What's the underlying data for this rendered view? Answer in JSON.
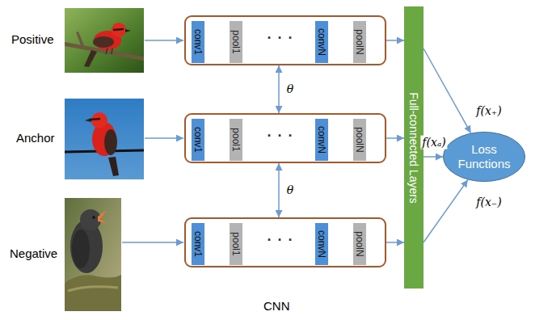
{
  "diagram": {
    "nodes": [
      {
        "text": [
          "· · ·"
        ]
      },
      {
        "text": [
          "conv1"
        ],
        "in": 0
      },
      {
        "text": [
          "pool1"
        ],
        "in": 0
      },
      {
        "text": [
          "convN"
        ],
        "in": 0
      },
      {
        "text": [
          "poolN"
        ],
        "in": 0
      },
      {
        "text": [
          "· · ·"
        ]
      },
      {
        "text": [
          "conv1"
        ],
        "in": 5
      },
      {
        "text": [
          "pool1"
        ],
        "in": 5
      },
      {
        "text": [
          "convN"
        ],
        "in": 5
      },
      {
        "text": [
          "poolN"
        ],
        "in": 5
      },
      {
        "text": [
          "· · ·"
        ]
      },
      {
        "text": [
          "conv1"
        ],
        "in": 10
      },
      {
        "text": [
          "pool1"
        ],
        "in": 10
      },
      {
        "text": [
          "convN"
        ],
        "in": 10
      },
      {
        "text": [
          "poolN"
        ],
        "in": 10
      },
      {
        "text": [
          "Full-connected Layers"
        ]
      },
      {
        "text": [
          "Loss Functions"
        ]
      }
    ],
    "edges": [
      {
        "from": 0,
        "to": 15,
        "arrow": "to"
      },
      {
        "from": 5,
        "to": 15,
        "arrow": "to"
      },
      {
        "from": 10,
        "to": 15,
        "arrow": "to"
      },
      {
        "from": 0,
        "to": 5,
        "label": "θ",
        "arrow": "both"
      },
      {
        "from": 5,
        "to": 10,
        "label": "θ",
        "arrow": "both"
      },
      {
        "from": 15,
        "to": 16,
        "label": "f(x₊)",
        "arrow": "to"
      },
      {
        "from": 15,
        "to": 16,
        "label": "f(xₐ)",
        "arrow": "to"
      },
      {
        "from": 15,
        "to": 16,
        "label": "f(x₋)",
        "arrow": "to"
      }
    ],
    "labels": [
      "Positive",
      "Anchor",
      "Negative",
      "CNN"
    ]
  }
}
